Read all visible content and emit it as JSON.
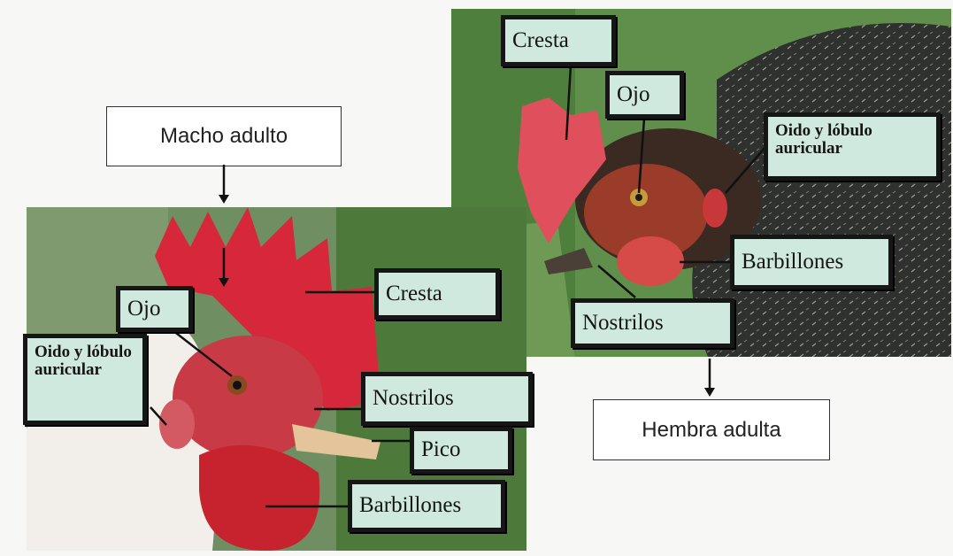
{
  "male": {
    "title": "Macho adulto",
    "labels": {
      "cresta": "Cresta",
      "ojo": "Ojo",
      "oido": "Oido y lóbulo auricular",
      "nostrilos": "Nostrilos",
      "pico": "Pico",
      "barbillones": "Barbillones"
    }
  },
  "female": {
    "title": "Hembra adulta",
    "labels": {
      "cresta": "Cresta",
      "ojo": "Ojo",
      "oido": "Oido  y lóbulo auricular",
      "barbillones": "Barbillones",
      "nostrilos": "Nostrilos"
    }
  },
  "colors": {
    "label_fill": "#cfe9df",
    "label_border": "#161616",
    "comb_red": "#d6283a"
  }
}
